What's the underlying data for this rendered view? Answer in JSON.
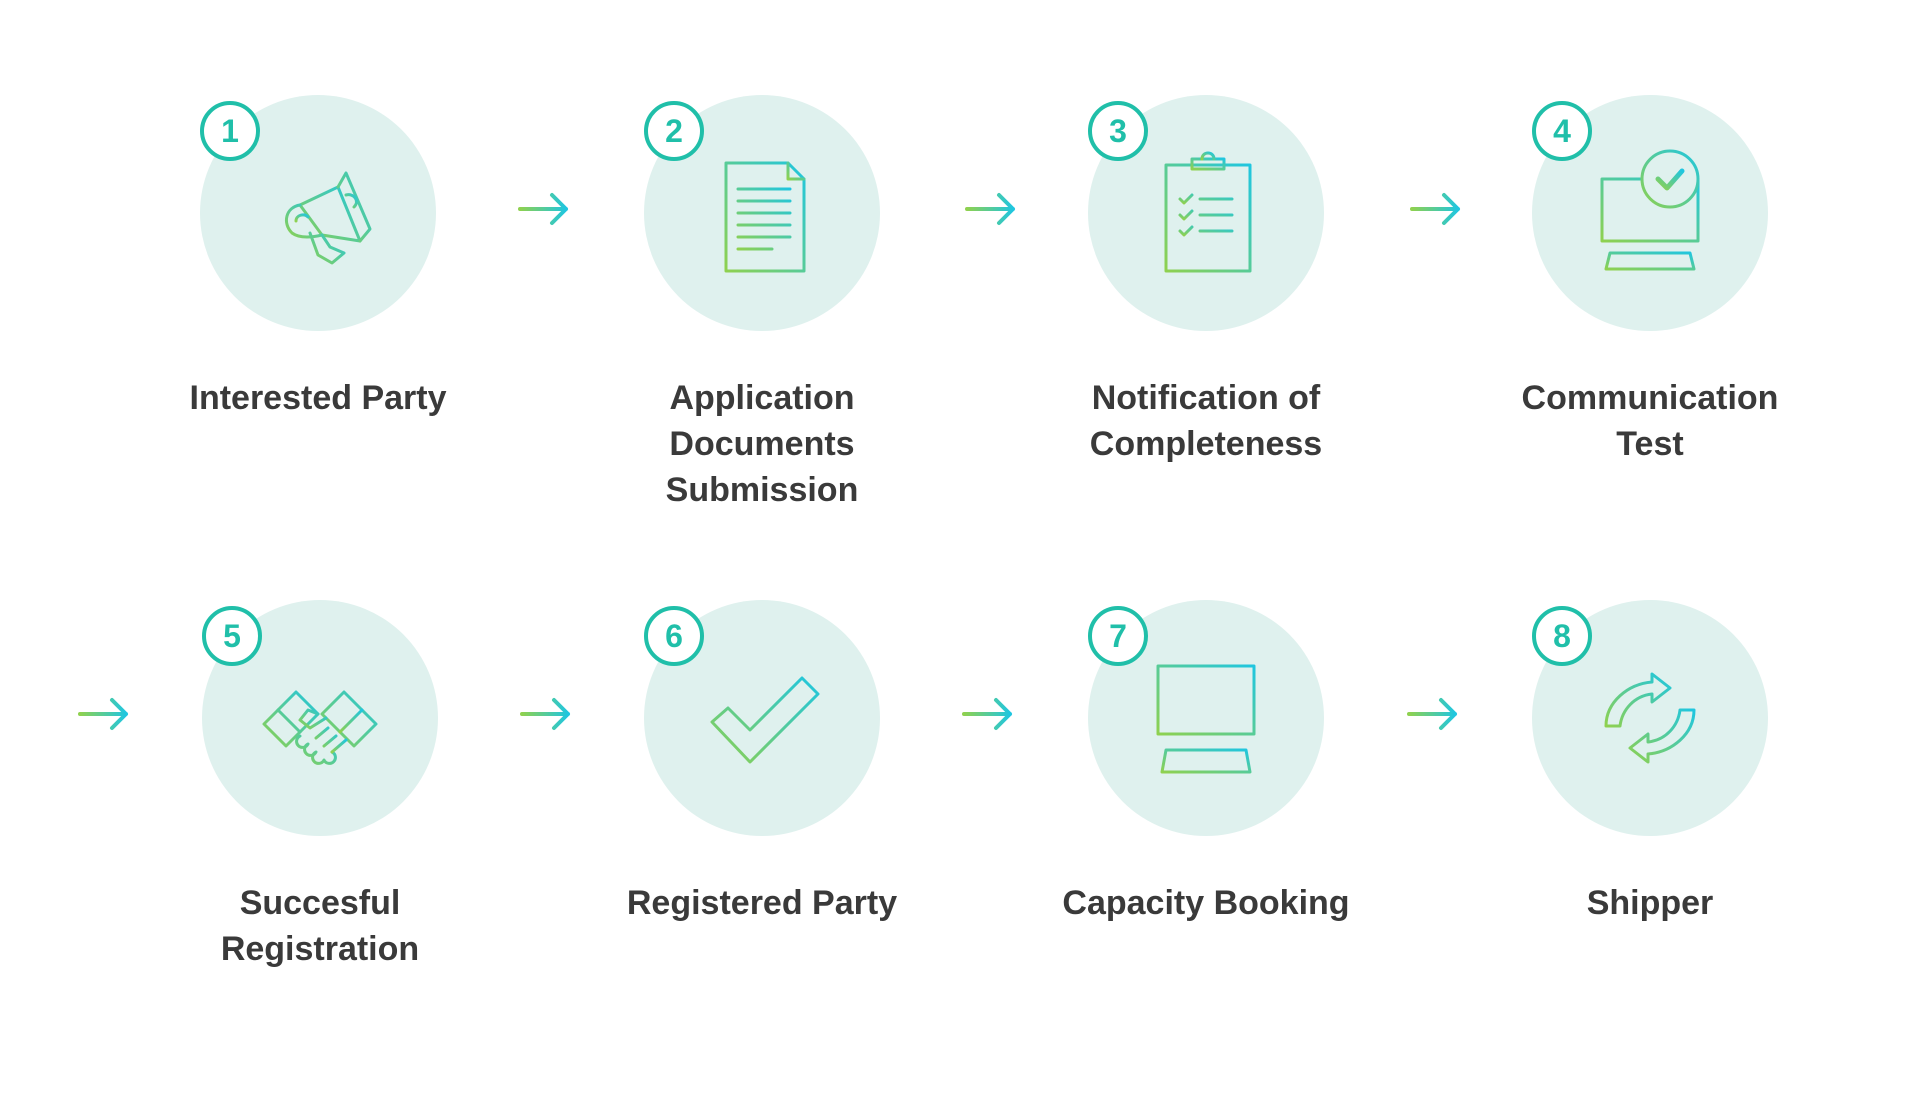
{
  "steps": [
    {
      "number": "1",
      "label_lines": [
        "Interested Party"
      ],
      "icon": "megaphone-icon"
    },
    {
      "number": "2",
      "label_lines": [
        "Application",
        "Documents",
        "Submission"
      ],
      "icon": "document-icon"
    },
    {
      "number": "3",
      "label_lines": [
        "Notification of",
        "Completeness"
      ],
      "icon": "clipboard-checklist-icon"
    },
    {
      "number": "4",
      "label_lines": [
        "Communication",
        "Test"
      ],
      "icon": "computer-check-icon"
    },
    {
      "number": "5",
      "label_lines": [
        "Succesful",
        "Registration"
      ],
      "icon": "handshake-icon"
    },
    {
      "number": "6",
      "label_lines": [
        "Registered Party"
      ],
      "icon": "checkmark-icon"
    },
    {
      "number": "7",
      "label_lines": [
        "Capacity Booking"
      ],
      "icon": "computer-icon"
    },
    {
      "number": "8",
      "label_lines": [
        "Shipper"
      ],
      "icon": "sync-arrows-icon"
    }
  ],
  "colors": {
    "circle": "#dff1ee",
    "accent": "#20bfa9",
    "gradient_start": "#8fd14f",
    "gradient_end": "#1fc6e0",
    "label": "#3a3a3a"
  }
}
